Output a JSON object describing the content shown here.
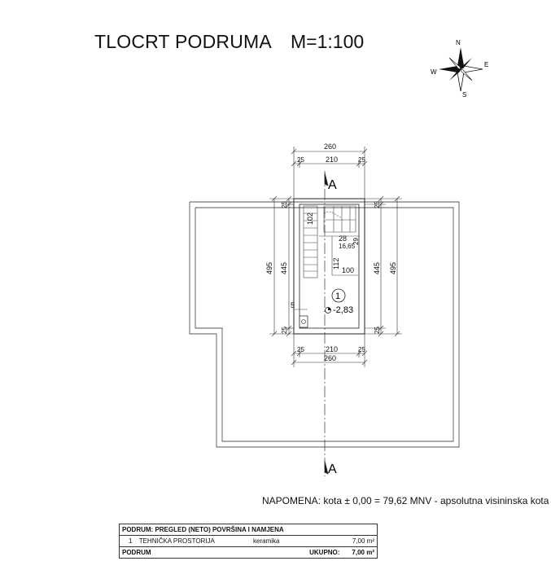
{
  "drawing": {
    "title": "TLOCRT PODRUMA",
    "scale": "M=1:100",
    "compass": {
      "n": "N",
      "e": "E",
      "s": "S",
      "w": "W"
    },
    "section_mark": "A",
    "dims": {
      "top_total": "260",
      "top_inner": "210",
      "top_left": "25",
      "top_right": "25",
      "bottom_total": "260",
      "bottom_inner": "210",
      "bottom_left": "25",
      "bottom_right": "25",
      "left_outer": "495",
      "left_inner": "445",
      "left_top": "25",
      "left_bottom": "25",
      "right_outer": "495",
      "right_inner": "445",
      "right_top": "25",
      "right_bottom": "25",
      "stair_102": "102",
      "stair_28": "28",
      "stair_16": "16,65",
      "stair_29": "29",
      "stair_112": "112",
      "stair_100": "100",
      "dim_5": "5"
    },
    "room_number": "1",
    "level": "-2,83"
  },
  "note": "NAPOMENA:  kota ± 0,00 = 79,62 MNV - apsolutna visininska kota",
  "table": {
    "header": "PODRUM: PREGLED (NETO) POVRŠINA I NAMJENA",
    "row": {
      "num": "1",
      "name": "TEHNIČKA PROSTORIJA",
      "material": "keramika",
      "area": "7,00 m²"
    },
    "footer": {
      "label": "PODRUM",
      "total_label": "UKUPNO:",
      "total": "7,00 m²"
    }
  }
}
